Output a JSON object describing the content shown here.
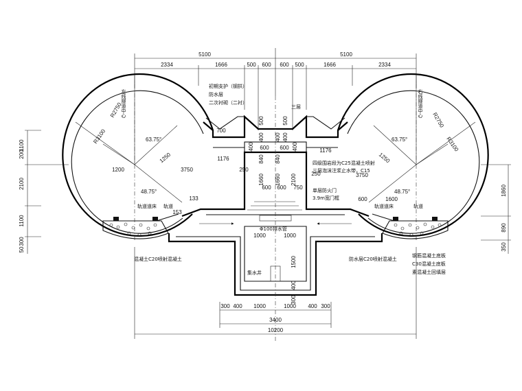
{
  "top_dims": {
    "row1": [
      "5100",
      "5100"
    ],
    "row2": [
      "2334",
      "1666",
      "500",
      "600",
      "600",
      "500",
      "1666",
      "2334"
    ]
  },
  "bottom_dims": {
    "row1": [
      "300",
      "400",
      "1000",
      "1000",
      "400",
      "300"
    ],
    "row2": "3400",
    "row3": "10200"
  },
  "left_dims": [
    "1100",
    "200",
    "2100",
    "1100",
    "300",
    "50"
  ],
  "right_dims": [
    "1860",
    "890",
    "350"
  ],
  "center_dims": {
    "v_small": [
      "500",
      "400",
      "400",
      "400",
      "500",
      "400",
      "400"
    ],
    "v_mid": [
      "840",
      "840"
    ],
    "v_low": [
      "1660",
      "1660",
      "2100"
    ],
    "h_700": "700",
    "h_1176_l": "1176",
    "h_1176_r": "1176",
    "h_600a": "600",
    "h_600b": "600",
    "h_400a": "400",
    "h_400b": "400",
    "h_250a": "250",
    "h_250b": "250",
    "h_1200": "1200",
    "h_3750_l": "3750",
    "h_3750_r": "3750",
    "h_600c": "600",
    "h_600d": "600",
    "h_750": "750",
    "h_600e": "600",
    "h_1600": "1600",
    "h_133": "133",
    "h_153": "153",
    "h_1000a": "1000",
    "h_1000b": "1000",
    "v_1500": "1500",
    "v_400c": "400",
    "v_300": "300"
  },
  "radii": {
    "r2750_l": "R2750",
    "r3100_l": "R3100",
    "r2750_r": "R2750",
    "r3100_r": "R3100"
  },
  "angles": [
    "63.75°",
    "48.75°",
    "63.75°",
    "48.75°",
    "1250",
    "1250"
  ],
  "labels": {
    "left_center": "左线隧道中心",
    "right_center": "右线隧道中心",
    "center_mark": "三层",
    "lining_upper": "初期支护（钢拱）",
    "waterproof": "防水层",
    "lining_second": "二次衬砌（二衬）",
    "mid_note1": "四级围岩段为C25混凝土喷射",
    "mid_note2": "三层泡沫注浆止水带，C15",
    "fireproof": "单层防火门",
    "door_frame": "3.9m宽门框",
    "pipe": "Φ100排水管",
    "ballast_l": "轨道道床",
    "ballast_r": "轨道道床",
    "concrete_l": "混凝土C20喷射混凝土",
    "concrete_r": "防水层C20喷射混凝土",
    "sump": "集水井",
    "right_lower1": "钢筋混凝土底板",
    "right_lower2": "C30混凝土底板",
    "right_lower3": "素混凝土回填层",
    "track_l": "轨道",
    "track_r": "轨道"
  }
}
